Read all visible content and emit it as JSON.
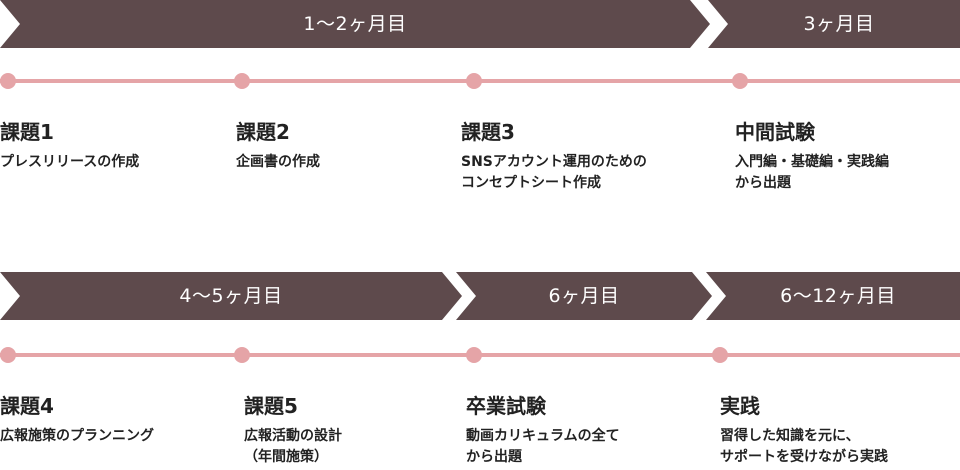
{
  "row1": {
    "phases": [
      {
        "label": "1〜2ヶ月目"
      },
      {
        "label": "3ヶ月目"
      }
    ],
    "items": [
      {
        "title": "課題1",
        "desc": [
          "プレスリリースの作成"
        ]
      },
      {
        "title": "課題2",
        "desc": [
          "企画書の作成"
        ]
      },
      {
        "title": "課題3",
        "desc": [
          "SNSアカウント運用のための",
          "コンセプトシート作成"
        ]
      },
      {
        "title": "中間試験",
        "desc": [
          "入門編・基礎編・実践編",
          "から出題"
        ]
      }
    ]
  },
  "row2": {
    "phases": [
      {
        "label": "4〜5ヶ月目"
      },
      {
        "label": "6ヶ月目"
      },
      {
        "label": "6〜12ヶ月目"
      }
    ],
    "items": [
      {
        "title": "課題4",
        "desc": [
          "広報施策のプランニング"
        ]
      },
      {
        "title": "課題5",
        "desc": [
          "広報活動の設計",
          "（年間施策）"
        ]
      },
      {
        "title": "卒業試験",
        "desc": [
          "動画カリキュラムの全て",
          "から出題"
        ]
      },
      {
        "title": "実践",
        "desc": [
          "習得した知識を元に、",
          "サポートを受けながら実践"
        ]
      }
    ]
  },
  "colors": {
    "banner": "#5e4a4c",
    "line": "#e5a4a7",
    "text": "#222222"
  }
}
